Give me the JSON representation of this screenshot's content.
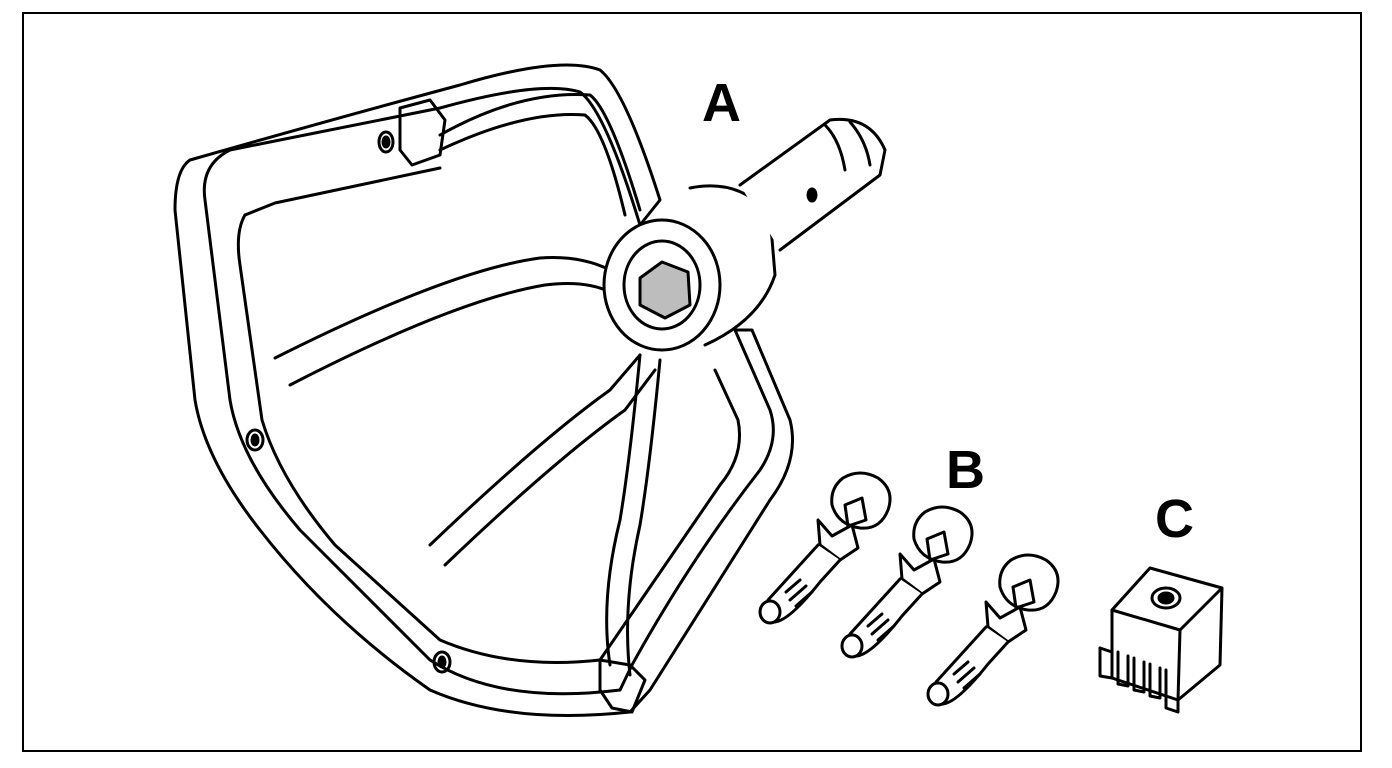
{
  "labels": {
    "a": "A",
    "b": "B",
    "c": "C"
  },
  "colors": {
    "ink": "#000000",
    "paper": "#ffffff",
    "shade": "#bdbdbd"
  },
  "parts": {
    "a": {
      "icon": "mixer-beater-frame-icon"
    },
    "b": {
      "icon": "thumb-screw-icon",
      "count": 3
    },
    "c": {
      "icon": "toothed-clamp-block-icon"
    }
  }
}
